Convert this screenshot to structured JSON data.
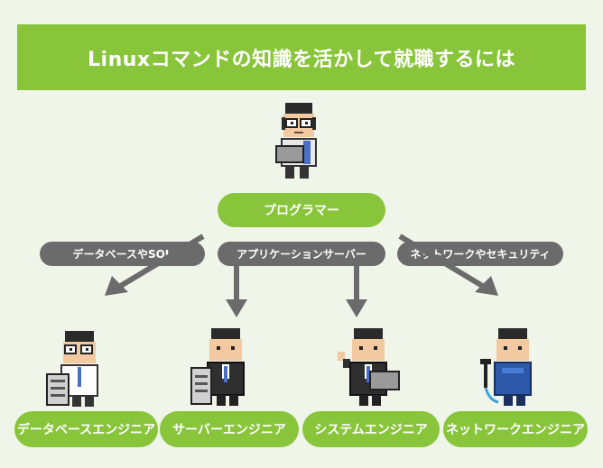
{
  "title": "Linuxコマンドの知識を活かして就職するには",
  "root": {
    "label": "プログラマー",
    "icon": "programmer-pixel-icon"
  },
  "paths": [
    {
      "label": "データベースやSQL"
    },
    {
      "label": "アプリケーションサーバー"
    },
    {
      "label": "ネットワークやセキュリティ"
    }
  ],
  "jobs": [
    {
      "label": "データベースエンジニア",
      "icon": "database-engineer-pixel-icon"
    },
    {
      "label": "サーバーエンジニア",
      "icon": "server-engineer-pixel-icon"
    },
    {
      "label": "システムエンジニア",
      "icon": "system-engineer-pixel-icon"
    },
    {
      "label": "ネットワークエンジニア",
      "icon": "network-engineer-pixel-icon"
    }
  ],
  "colors": {
    "green": "#89c53b",
    "gray": "#6b6b6b",
    "background": "#f0f5ea"
  }
}
